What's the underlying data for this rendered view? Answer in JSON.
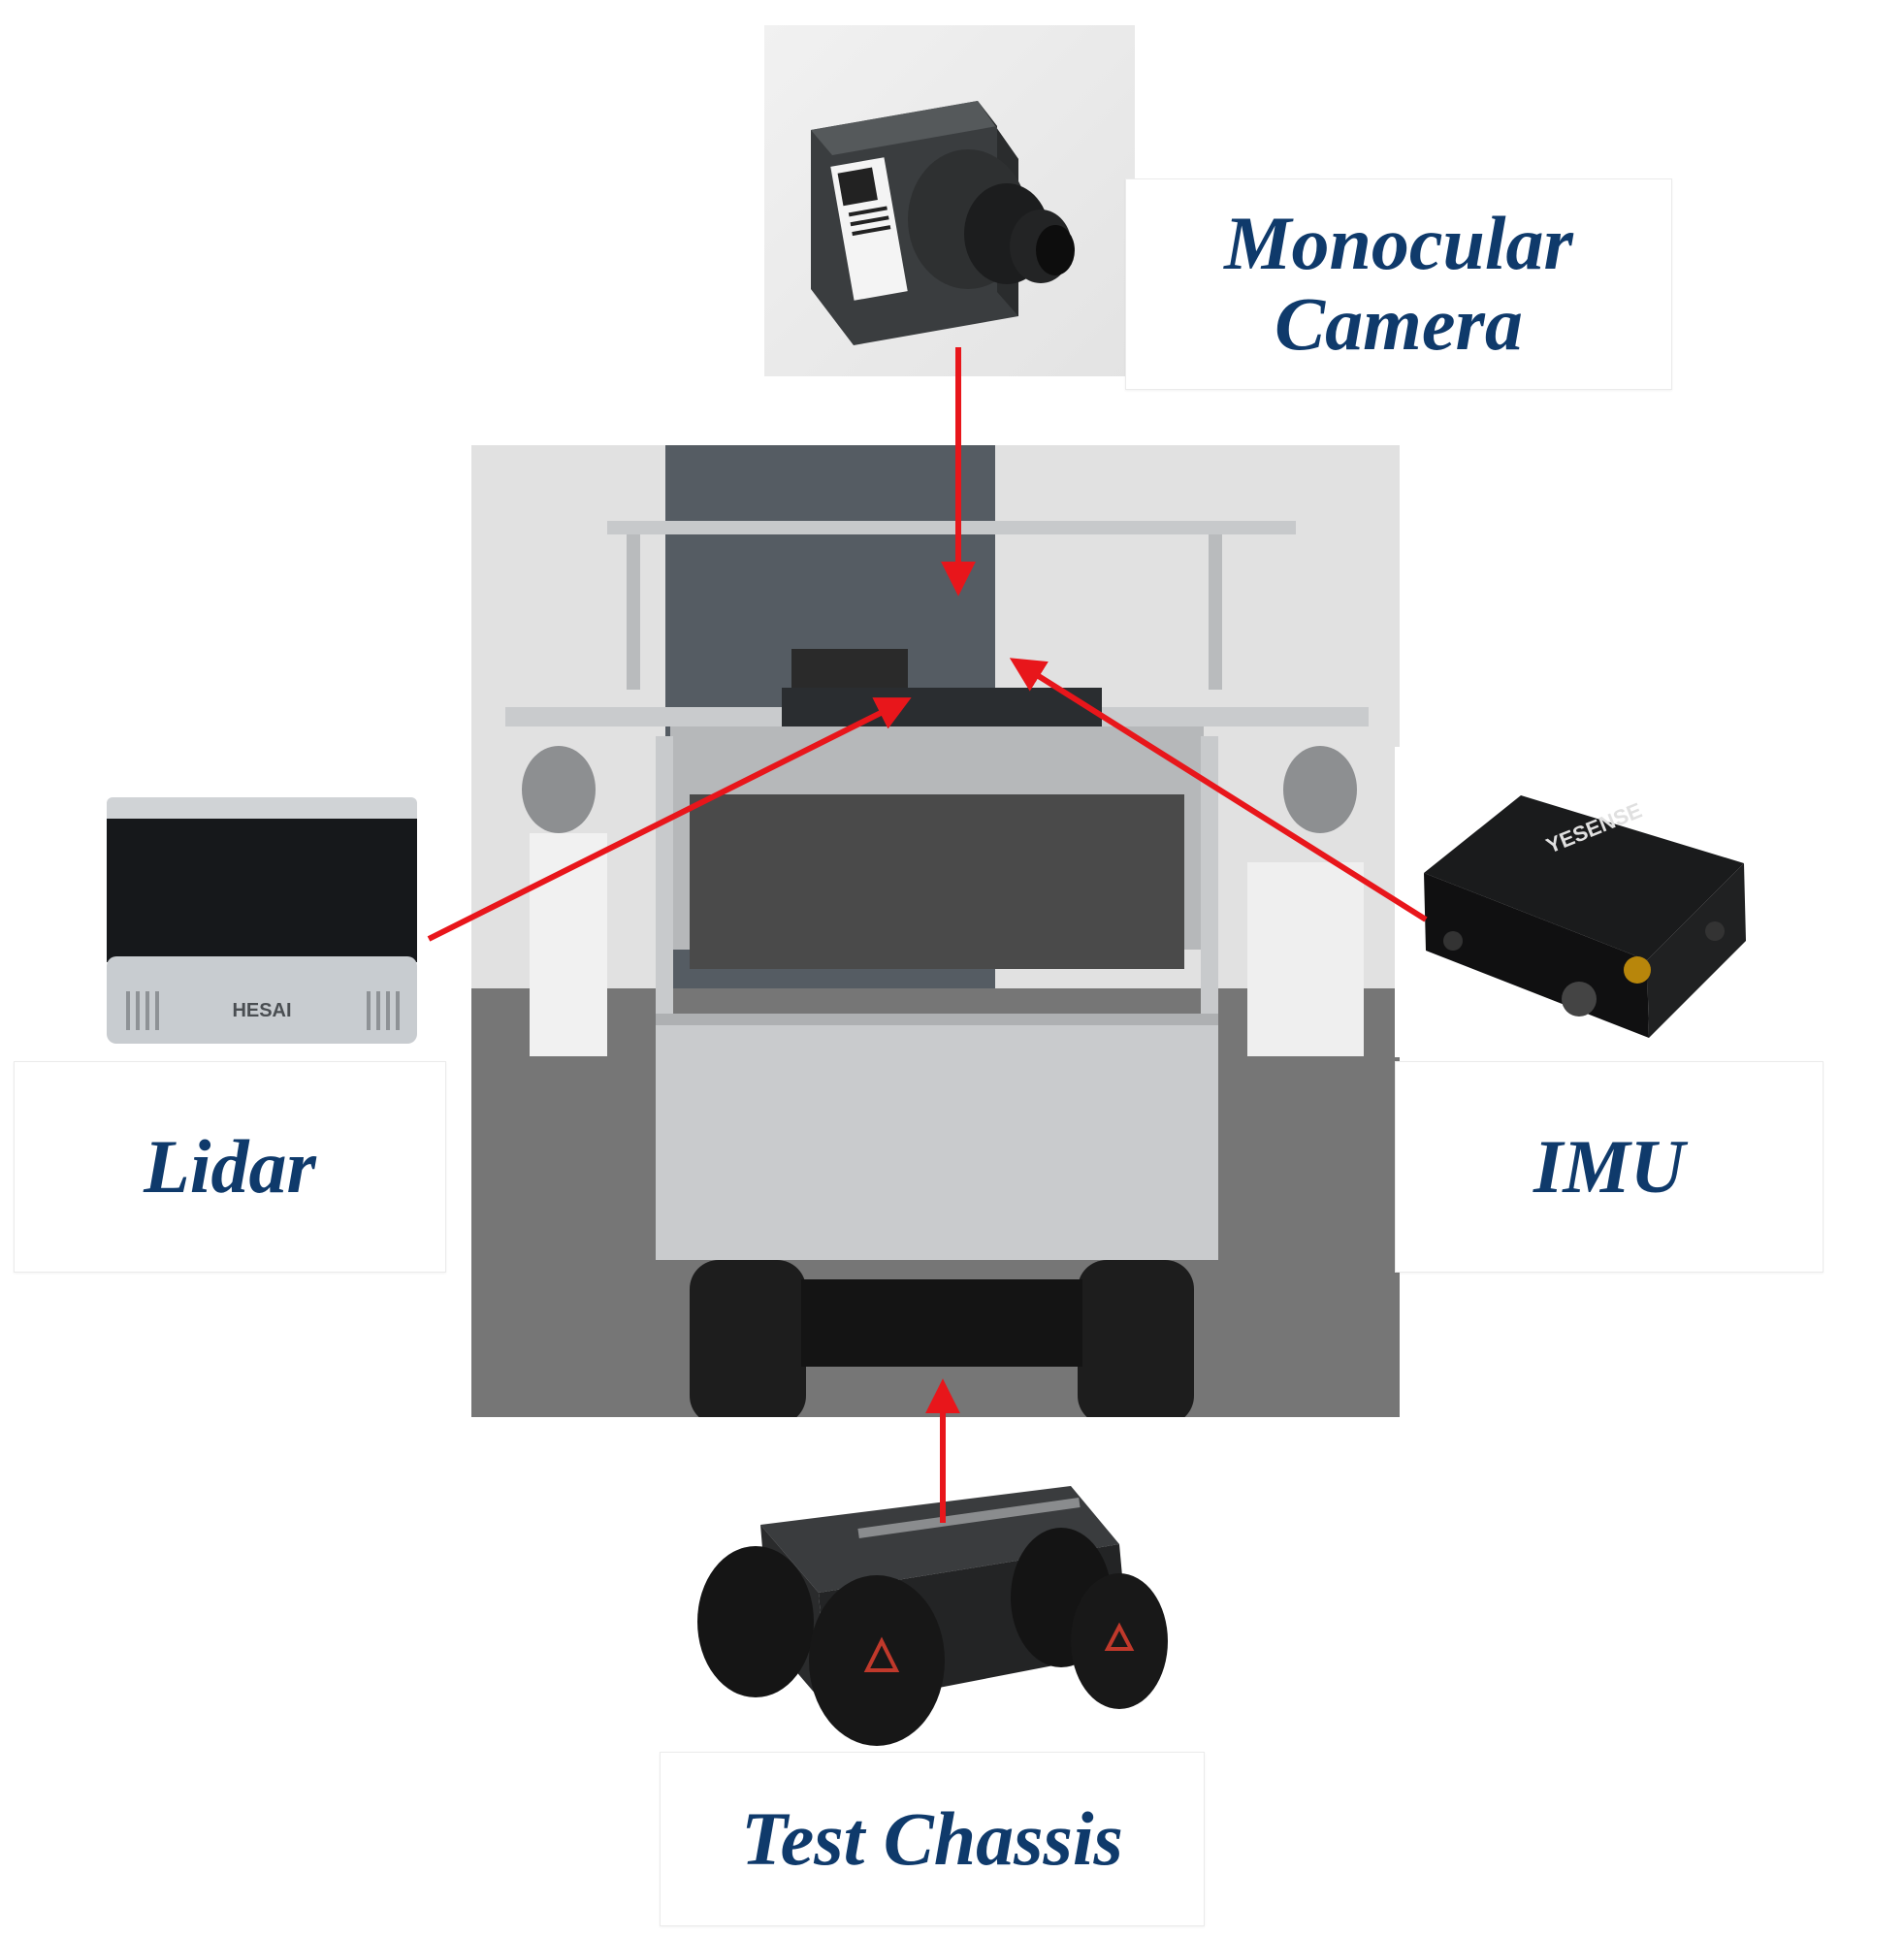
{
  "labels": {
    "camera": "Monocular\nCamera",
    "lidar": "Lidar",
    "imu": "IMU",
    "chassis": "Test Chassis"
  },
  "product_marks": {
    "lidar_brand": "HESAI",
    "imu_brand": "YESENSE"
  },
  "colors": {
    "label_text": "#0f3a6b",
    "arrow": "#e8161b"
  }
}
